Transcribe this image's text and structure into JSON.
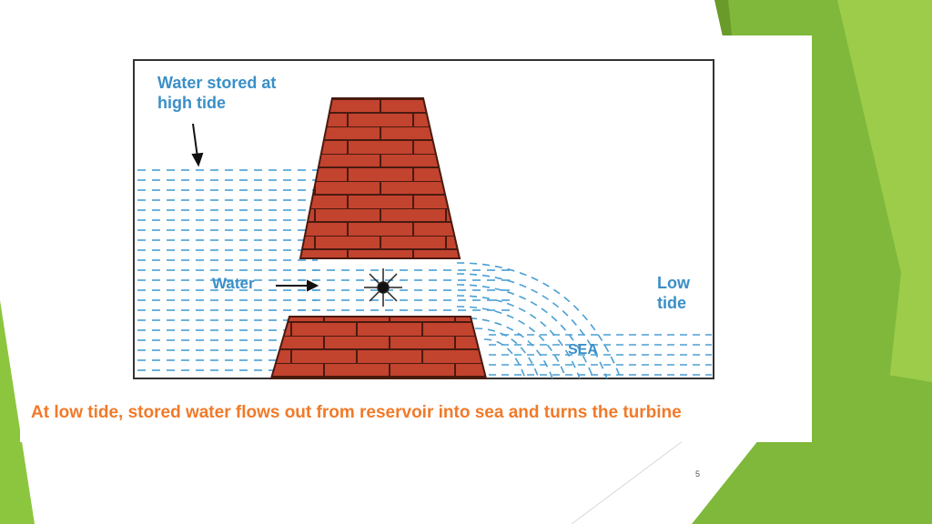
{
  "slide": {
    "page_number": "5",
    "accent_colors": {
      "green_dark": "#6a9a2a",
      "green_mid": "#7fb83a",
      "green_light": "#9ccc4a"
    }
  },
  "diagram": {
    "label_water_stored": "Water stored at high tide",
    "label_water": "Water",
    "label_low_tide": "Low tide",
    "label_sea": "SEA",
    "caption": "At low tide, stored water flows out from reservoir into sea and turns the turbine",
    "colors": {
      "water": "#3a8fc8",
      "brick": "#c2432e",
      "mortar": "#4a1a10",
      "caption": "#f07a2a"
    }
  }
}
